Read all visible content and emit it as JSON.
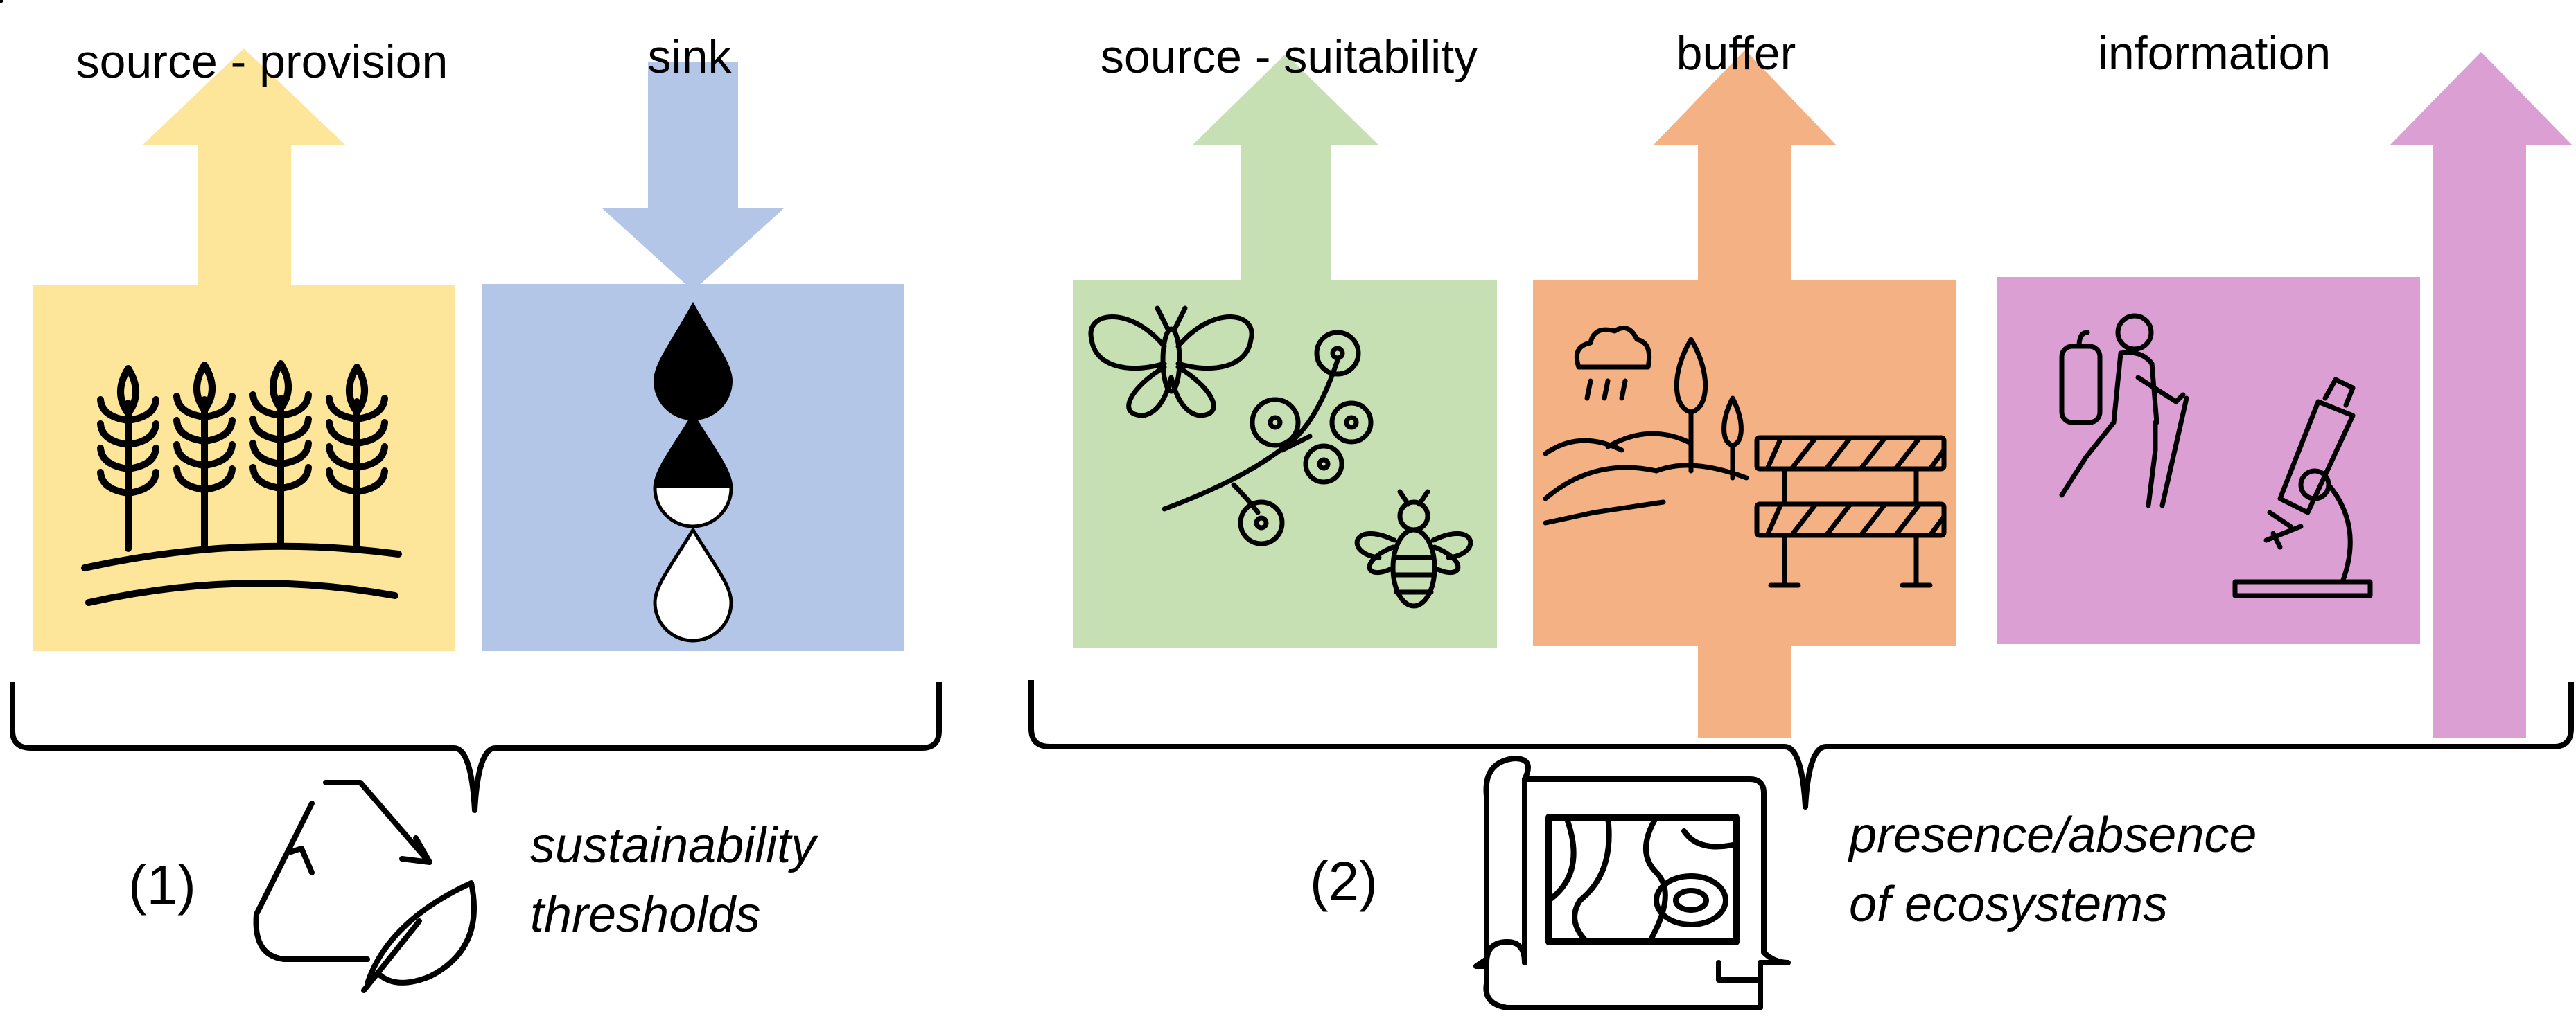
{
  "colors": {
    "provision": "#fde699",
    "sink": "#b3c6e7",
    "suitability": "#c6e0b4",
    "buffer": "#f4b183",
    "information": "#dc9fd4"
  },
  "categories": [
    {
      "key": "provision",
      "label": "source - provision",
      "icon": "wheat-icon"
    },
    {
      "key": "sink",
      "label": "sink",
      "icon": "water-drops-icon"
    },
    {
      "key": "suitability",
      "label": "source - suitability",
      "icon": "pollinator-icon"
    },
    {
      "key": "buffer",
      "label": "buffer",
      "icon": "buffer-landscape-icon"
    },
    {
      "key": "information",
      "label": "information",
      "icon": "hiker-microscope-icon"
    }
  ],
  "groups": [
    {
      "number": "(1)",
      "line1": "sustainability",
      "line2": "thresholds",
      "icon": "recycle-leaf-icon"
    },
    {
      "number": "(2)",
      "line1": "presence/absence",
      "line2": "of ecosystems",
      "icon": "map-scroll-icon"
    }
  ]
}
